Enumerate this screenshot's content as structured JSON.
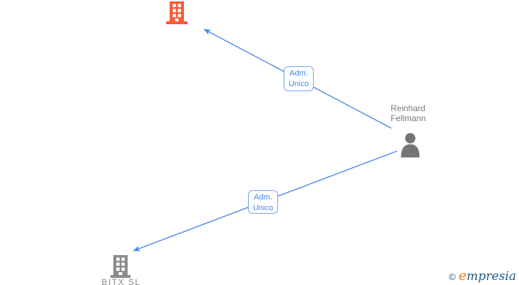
{
  "diagram": {
    "person": {
      "name": "Reinhard Fellmann"
    },
    "company_bottom": {
      "name": "BITX SL"
    },
    "edges": [
      {
        "label_line1": "Adm.",
        "label_line2": "Unico"
      },
      {
        "label_line1": "Adm.",
        "label_line2": "Unico"
      }
    ],
    "colors": {
      "edge_blue": "#4d87ee",
      "label_text_blue": "#4186f5",
      "company_top_orange": "#fb5a35",
      "company_bottom_gray": "#8c8c8c",
      "person_gray": "#757575",
      "name_text_gray": "#7a7a7a"
    }
  },
  "branding": {
    "copyright_symbol": "©",
    "logo_first_letter": "e",
    "logo_rest": "mpresia"
  }
}
